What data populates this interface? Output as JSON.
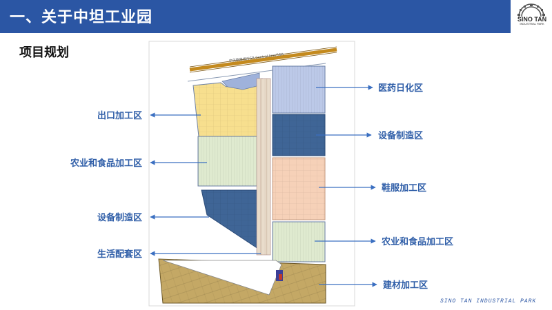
{
  "header": {
    "title": "一、关于中坦工业园",
    "logo_text_top": "SINO TAN",
    "logo_text_bottom": "INDUSTRIAL PARK"
  },
  "section_title": "项目规划",
  "colors": {
    "header": "#2b56a4",
    "label": "#2f5ea8",
    "arrow": "#3a6fc1",
    "export_zone": "#f7df8e",
    "food_zone": "#dfeacf",
    "equipment_zone": "#3f6596",
    "pharma_zone": "#bcc9e8",
    "shoes_zone": "#f6d1b8",
    "building_zone": "#c4a865",
    "railway": "#c48a1e"
  },
  "zones": {
    "left": [
      {
        "id": "export",
        "label": "出口加工区"
      },
      {
        "id": "food-left",
        "label": "农业和食品加工区"
      },
      {
        "id": "equipment-left",
        "label": "设备制造区"
      },
      {
        "id": "living",
        "label": "生活配套区"
      }
    ],
    "right": [
      {
        "id": "pharma",
        "label": "医药日化区"
      },
      {
        "id": "equipment-right",
        "label": "设备制造区"
      },
      {
        "id": "shoes",
        "label": "鞋服加工区"
      },
      {
        "id": "food-right",
        "label": "农业和食品加工区"
      },
      {
        "id": "building",
        "label": "建材加工区"
      }
    ]
  },
  "railway_label": "中央铁路线/SGR   Central line/SGR",
  "footer": "SINO TAN INDUSTRIAL PARK"
}
